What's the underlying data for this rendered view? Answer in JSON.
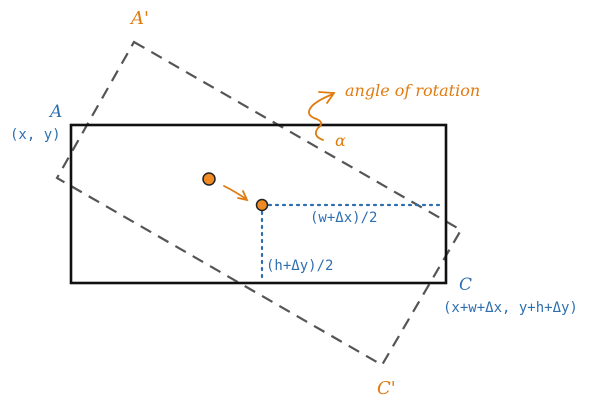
{
  "labels": {
    "point_a": "A",
    "point_a_coords": "(x, y)",
    "point_a_prime": "A'",
    "point_c": "C",
    "point_c_coords": "(x+w+Δx, y+h+Δy)",
    "point_c_prime": "C'",
    "angle_caption": "angle of rotation",
    "angle_symbol": "α",
    "half_width": "(w+Δx)/2",
    "half_height": "(h+Δy)/2"
  },
  "colors": {
    "stroke": "#111111",
    "dashed": "#555555",
    "orange": "#e07b10",
    "blue": "#2f6fb0",
    "dot_fill": "#f08a24"
  }
}
